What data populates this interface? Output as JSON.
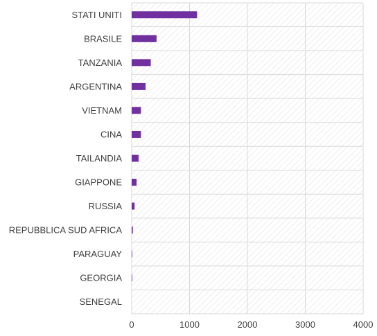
{
  "chart_data": {
    "type": "bar",
    "orientation": "horizontal",
    "categories": [
      "STATI UNITI",
      "BRASILE",
      "TANZANIA",
      "ARGENTINA",
      "VIETNAM",
      "CINA",
      "TAILANDIA",
      "GIAPPONE",
      "RUSSIA",
      "REPUBBLICA SUD AFRICA",
      "PARAGUAY",
      "GEORGIA",
      "SENEGAL"
    ],
    "values": [
      1130,
      430,
      330,
      240,
      160,
      160,
      120,
      85,
      50,
      20,
      10,
      10,
      0
    ],
    "xlim": [
      0,
      4000
    ],
    "xticks": [
      0,
      1000,
      2000,
      3000,
      4000
    ],
    "grid": true,
    "colors": {
      "bar": "#7030A0",
      "grid": "#d9d9d9",
      "hatch": "#e6e6e6"
    }
  }
}
